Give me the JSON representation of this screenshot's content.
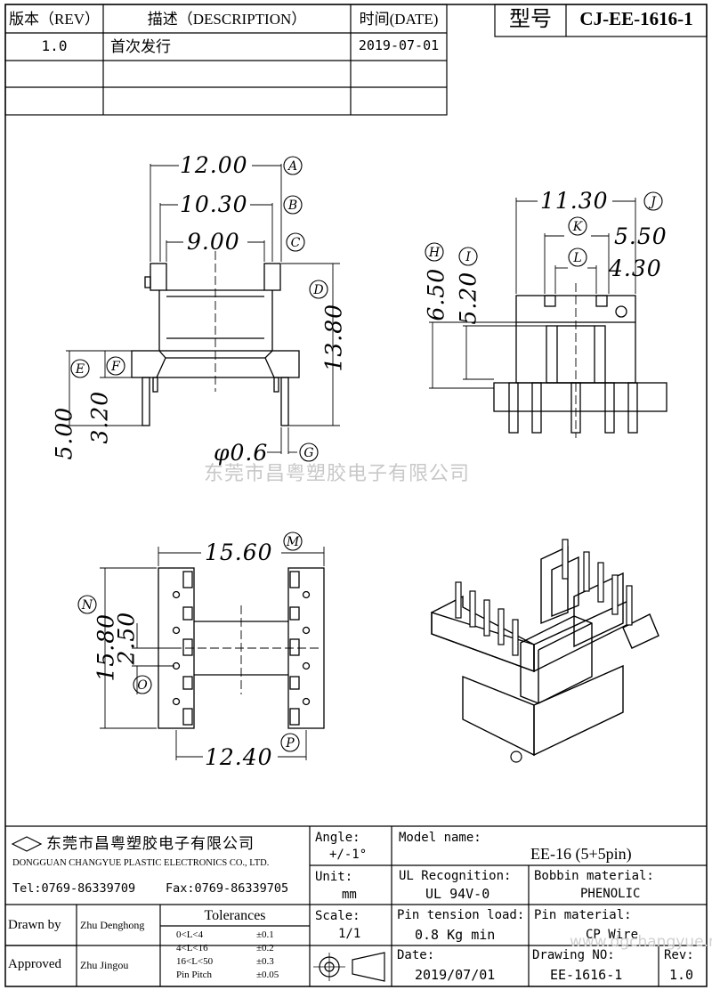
{
  "revision_table": {
    "headers": [
      "版本（REV）",
      "描述（DESCRIPTION）",
      "时间(DATE)"
    ],
    "rows": [
      {
        "rev": "1.0",
        "desc": "首次发行",
        "date": "2019-07-01"
      },
      {
        "rev": "",
        "desc": "",
        "date": ""
      },
      {
        "rev": "",
        "desc": "",
        "date": ""
      }
    ]
  },
  "model_box": {
    "label": "型号",
    "value": "CJ-EE-1616-1"
  },
  "dimensions": {
    "A": "12.00",
    "B": "10.30",
    "C": "9.00",
    "D": "13.80",
    "E": "5.00",
    "F": "3.20",
    "G": "φ0.6",
    "H": "6.50",
    "I": "5.20",
    "J": "11.30",
    "K": "5.50",
    "L": "4.30",
    "M": "15.60",
    "N": "15.80",
    "O": "2.50",
    "P": "12.40"
  },
  "watermark": "东莞市昌粤塑胶电子有限公司",
  "title_block": {
    "company_cn": "东莞市昌粤塑胶电子有限公司",
    "company_en": "DONGGUAN CHANGYUE PLASTIC ELECTRONICS CO., LTD.",
    "tel": "Tel:0769-86339709",
    "fax": "Fax:0769-86339705",
    "drawn_by_label": "Drawn by",
    "drawn_by": "Zhu Denghong",
    "approved_label": "Approved",
    "approved_by": "Zhu  Jingou",
    "tolerances_label": "Tolerances",
    "tolerances": [
      {
        "range": "0<L<4",
        "value": "±0.1"
      },
      {
        "range": "4<L<16",
        "value": "±0.2"
      },
      {
        "range": "16<L<50",
        "value": "±0.3"
      },
      {
        "range": "Pin Pitch",
        "value": "±0.05"
      }
    ],
    "angle_label": "Angle:",
    "angle": "+/-1°",
    "unit_label": "Unit:",
    "unit": "mm",
    "scale_label": "Scale:",
    "scale": "1/1",
    "model_name_label": "Model name:",
    "model_name": "EE-16 (5+5pin)",
    "ul_label": "UL Recognition:",
    "ul": "UL 94V-0",
    "bobbin_label": "Bobbin material:",
    "bobbin": "PHENOLIC",
    "pin_tension_label": "Pin tension load:",
    "pin_tension": "0.8 Kg min",
    "pin_material_label": "Pin material:",
    "pin_material": "CP Wire",
    "date_label": "Date:",
    "date": "2019/07/01",
    "drawing_no_label": "Drawing NO:",
    "drawing_no": "EE-1616-1",
    "rev_label": "Rev:",
    "rev": "1.0",
    "faint_url": "www.dgchangyue.net"
  }
}
